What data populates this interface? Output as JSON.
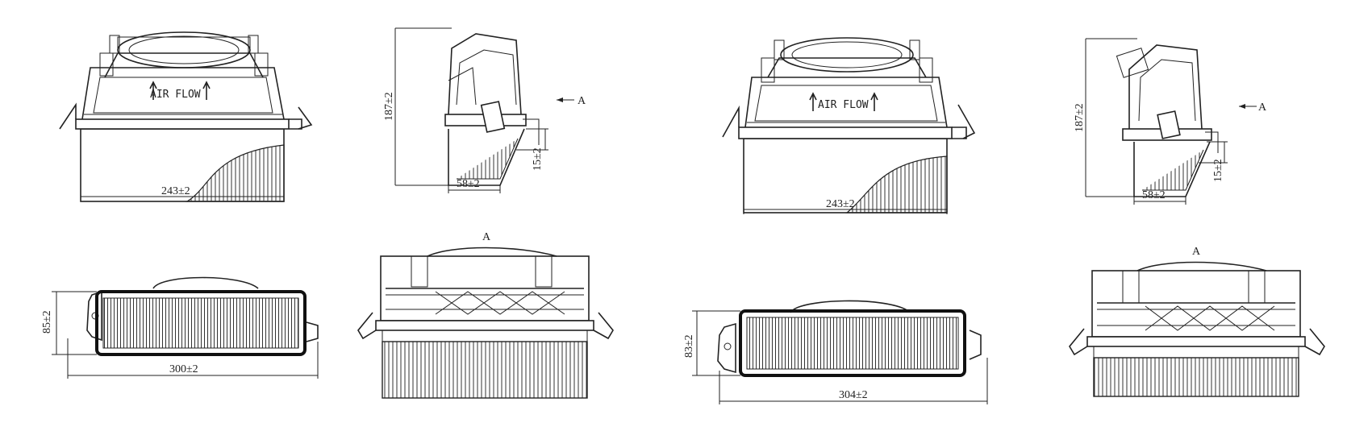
{
  "drawings": {
    "front_view_1": {
      "width_dim": "243±2",
      "air_flow": "AIR FLOW"
    },
    "side_view_1": {
      "height_dim": "187±2",
      "depth_dim": "58±2",
      "step_dim": "15±2",
      "view_arrow": "A"
    },
    "front_view_2": {
      "width_dim": "243±2",
      "air_flow": "AIR FLOW"
    },
    "side_view_2": {
      "height_dim": "187±2",
      "depth_dim": "58±2",
      "step_dim": "15±2",
      "view_arrow": "A"
    },
    "top_view_1": {
      "height_dim": "85±2",
      "length_dim": "300±2"
    },
    "view_a_1": {
      "label": "A"
    },
    "top_view_2": {
      "height_dim": "83±2",
      "length_dim": "304±2"
    },
    "view_a_2": {
      "label": "A"
    }
  }
}
